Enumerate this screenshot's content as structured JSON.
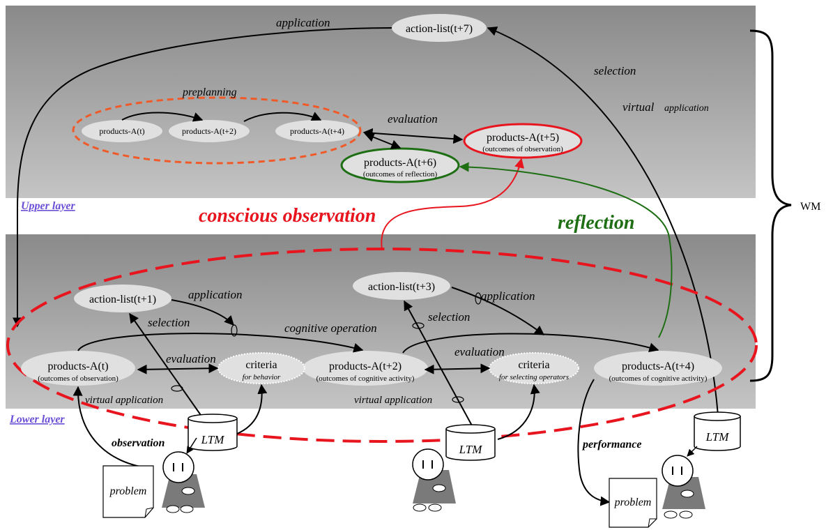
{
  "layers": {
    "upper_label": "Upper layer",
    "lower_label": "Lower layer",
    "wm_label": "WM"
  },
  "upper": {
    "action_list_t7": "action-list(t+7)",
    "application": "application",
    "selection": "selection",
    "virtual": "virtual",
    "virtual_application_suffix": "application",
    "preplanning": "preplanning",
    "evaluation": "evaluation",
    "products_t": "products-A(t)",
    "products_t2": "products-A(t+2)",
    "products_t4": "products-A(t+4)",
    "products_t5": "products-A(t+5)",
    "products_t5_sub": "(outcomes of observation)",
    "products_t6": "products-A(t+6)",
    "products_t6_sub": "(outcomes of reflection)"
  },
  "middle": {
    "conscious_observation": "conscious observation",
    "reflection": "reflection"
  },
  "lower": {
    "action_list_t1": "action-list(t+1)",
    "action_list_t3": "action-list(t+3)",
    "application_1": "application",
    "application_2": "application",
    "selection_1": "selection",
    "selection_2": "selection",
    "cognitive_operation": "cognitive operation",
    "evaluation_1": "evaluation",
    "evaluation_2": "evaluation",
    "products_t": "products-A(t)",
    "products_t_sub": "(outcomes of observation)",
    "products_t2": "products-A(t+2)",
    "products_t2_sub": "(outcomes of cognitive activity)",
    "products_t4": "products-A(t+4)",
    "products_t4_sub": "(outcomes of cognitive activity)",
    "criteria_1": "criteria",
    "criteria_1_sub": "for behavior",
    "criteria_2": "criteria",
    "criteria_2_sub": "for selecting operators",
    "virtual_application_1": "virtual application",
    "virtual_application_2": "virtual application"
  },
  "bottom": {
    "ltm_1": "LTM",
    "ltm_2": "LTM",
    "ltm_3": "LTM",
    "observation": "observation",
    "performance": "performance",
    "problem_1": "problem",
    "problem_2": "problem"
  },
  "colors": {
    "layer_gray_top": "#8c8c8c",
    "layer_gray_bottom": "#bdbdbd",
    "node_fill": "#e0e0e0",
    "red": "#e8141e",
    "orange_dash": "#f05a28",
    "green": "#1e6e14",
    "purple_link": "#6a4ed6"
  }
}
